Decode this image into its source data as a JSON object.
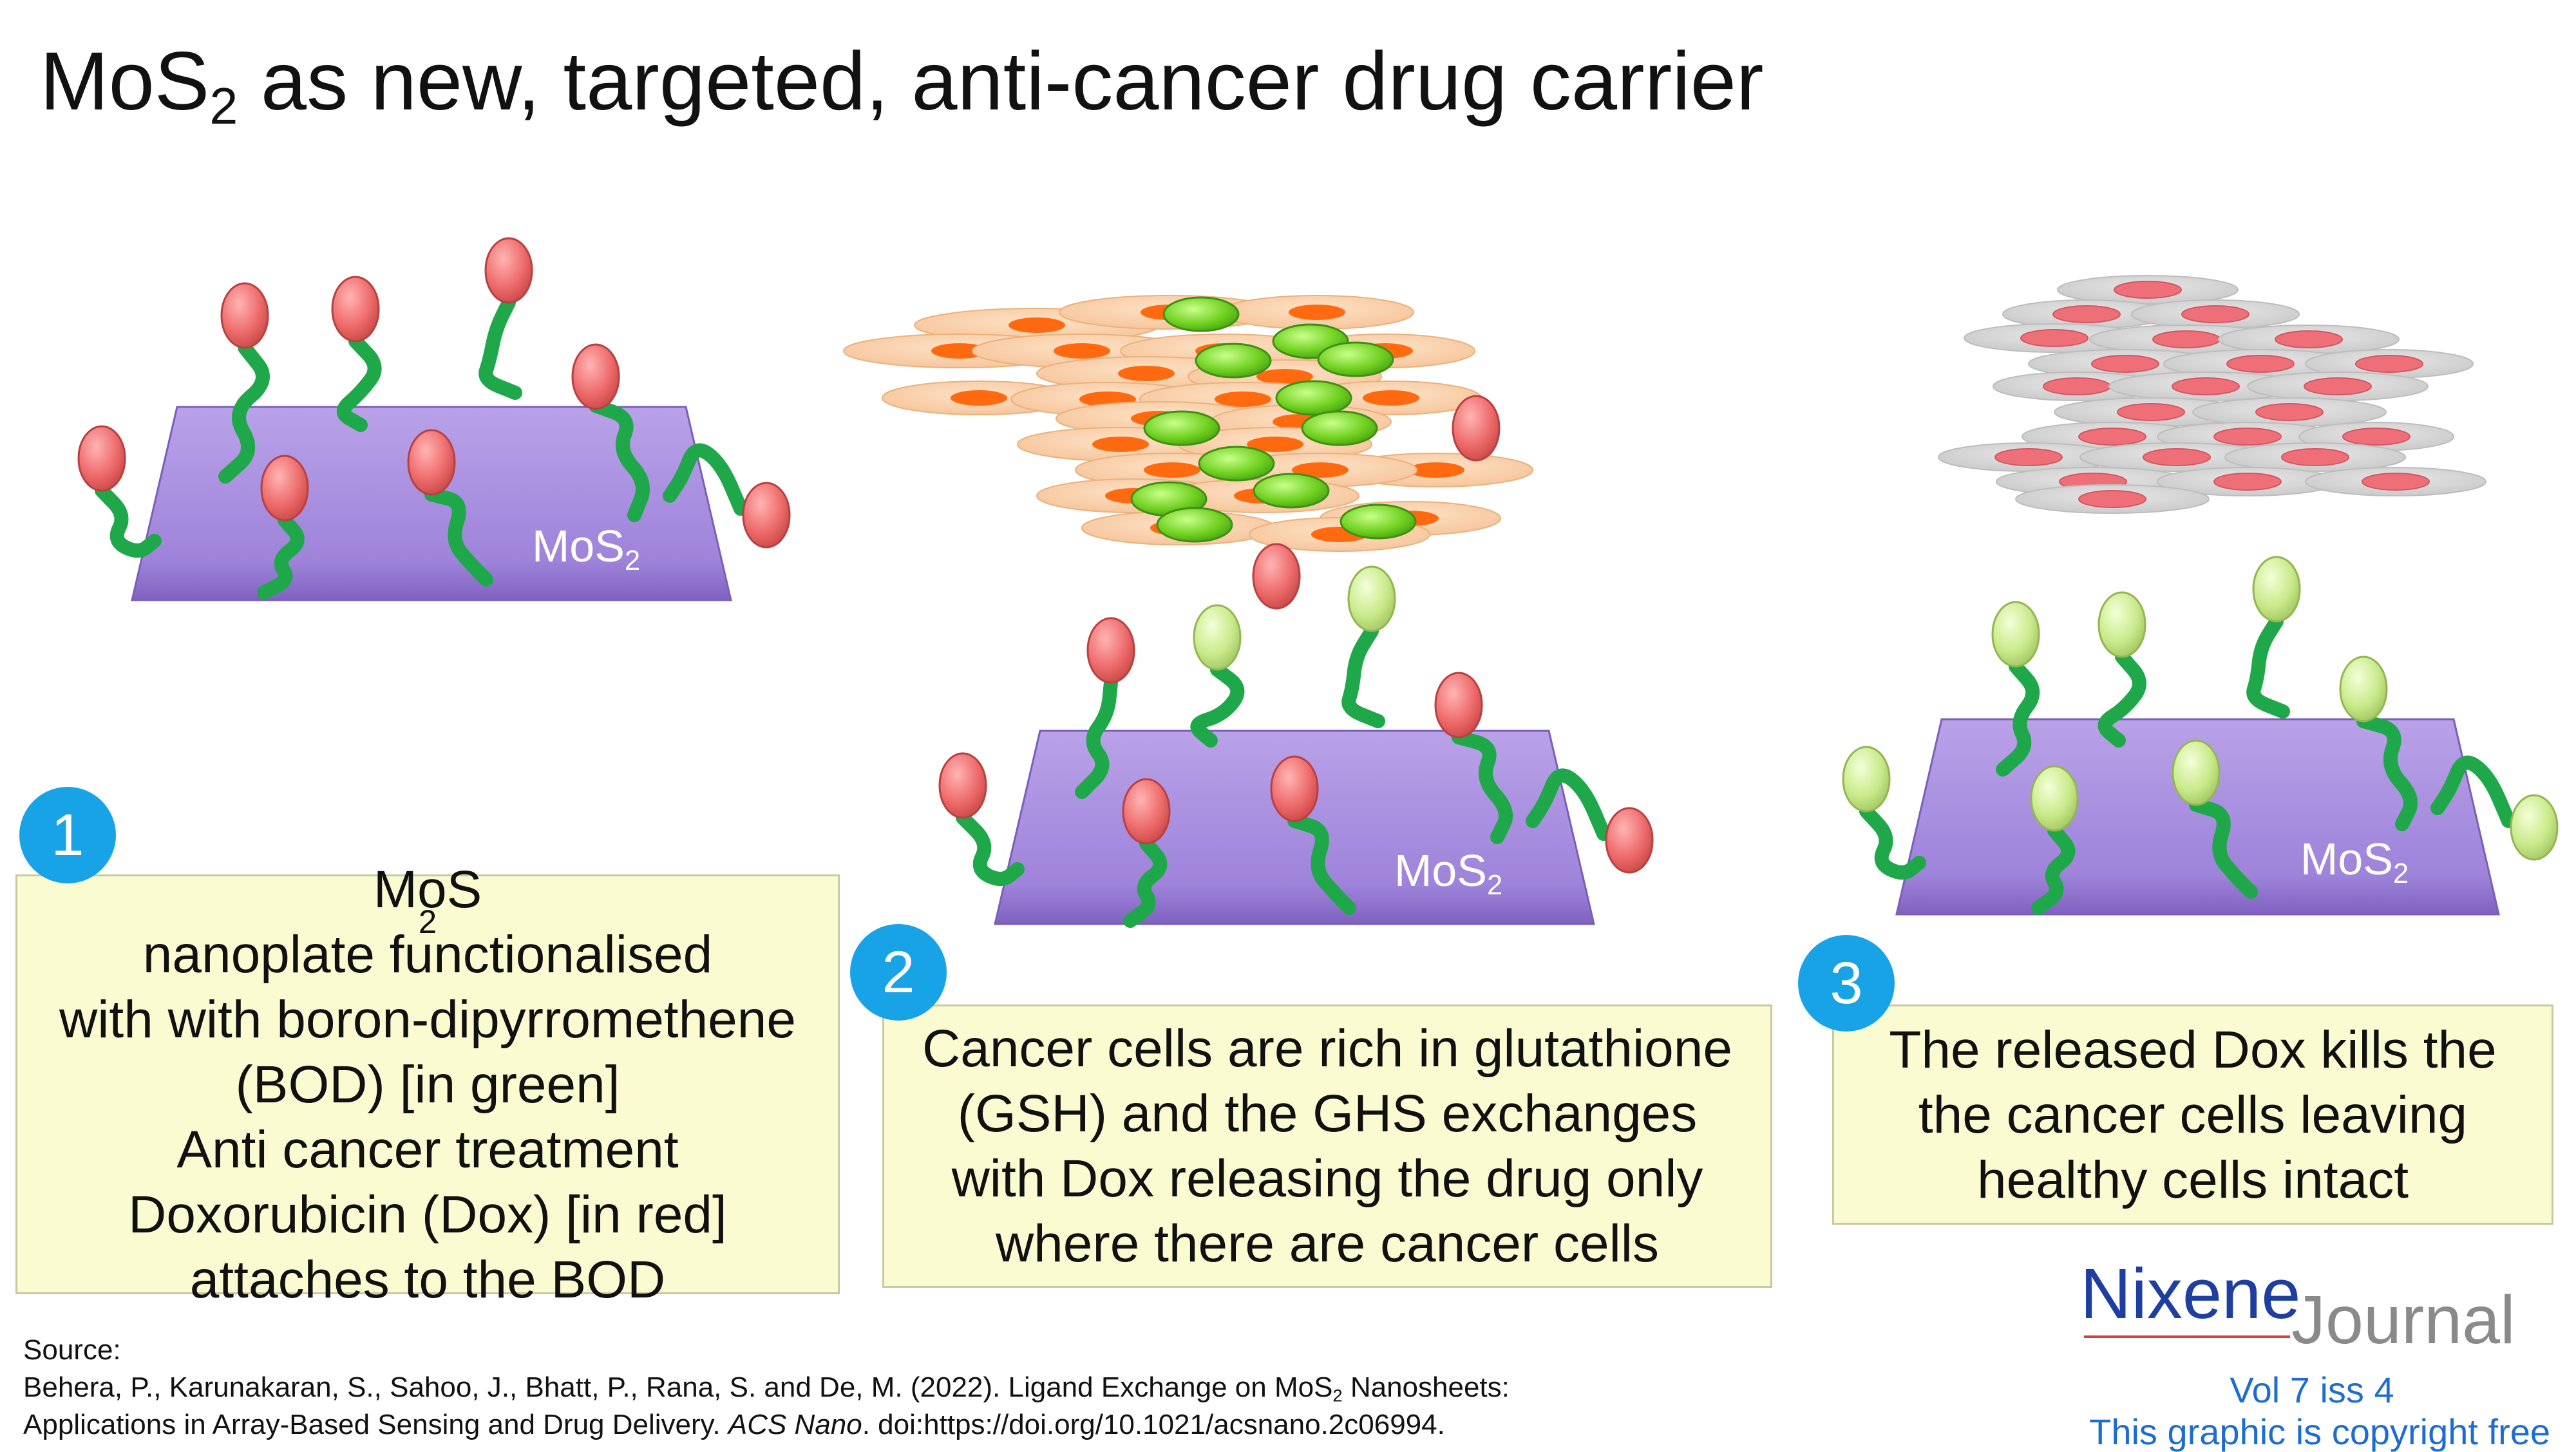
{
  "title": {
    "prefix": "MoS",
    "sub": "2",
    "rest": " as new, targeted, anti-cancer drug carrier"
  },
  "plate_label": {
    "main": "MoS",
    "sub": "2"
  },
  "steps": [
    {
      "number": "1",
      "lines": [
        "nanoplate functionalised",
        "with with boron-dipyrromethene",
        "(BOD) [in green]",
        "Anti cancer treatment",
        "Doxorubicin (Dox) [in red]",
        "attaches to the BOD"
      ]
    },
    {
      "number": "2",
      "lines": [
        "Cancer cells are rich in glutathione",
        "(GSH) and the GHS exchanges",
        "with Dox releasing the drug only",
        "where there are cancer cells"
      ]
    },
    {
      "number": "3",
      "lines": [
        "The released Dox kills the",
        "the cancer cells leaving",
        "healthy cells intact"
      ]
    }
  ],
  "step1_first_line_prefix": {
    "main": "MoS",
    "sub": "2"
  },
  "source": {
    "heading": "Source:",
    "line1_before": "Behera, P., Karunakaran, S., Sahoo, J., Bhatt, P., Rana, S. and De, M. (2022). Ligand Exchange on MoS",
    "line1_sub": "2",
    "line1_after": " Nanosheets:",
    "line2_before": "Applications in Array-Based Sensing and Drug Delivery. ",
    "line2_journal": "ACS Nano",
    "line2_after": ". doi:https://doi.org/10.1021/acsnano.2c06994."
  },
  "brand": {
    "name": "Nixene",
    "suffix": "Journal",
    "issue": "Vol 7 iss 4",
    "copyright": "This graphic is copyright free"
  },
  "colors": {
    "plate_top": "#b7a0e6",
    "plate_bottom": "#8a6bc8",
    "linker": "#1fa84a",
    "dox": "#ee6b6b",
    "bod": "#c9ea8a",
    "cancer_cell": "#f8cda2",
    "cancer_nucleus": "#ff6a10",
    "dox_cell": "#6fd01f",
    "dead_cell": "#d3d3d3",
    "dead_nucleus": "#ee6f77",
    "badge": "#17a3e6",
    "box_fill": "#fbfbd2",
    "brand_blue": "#1f3fa0"
  }
}
